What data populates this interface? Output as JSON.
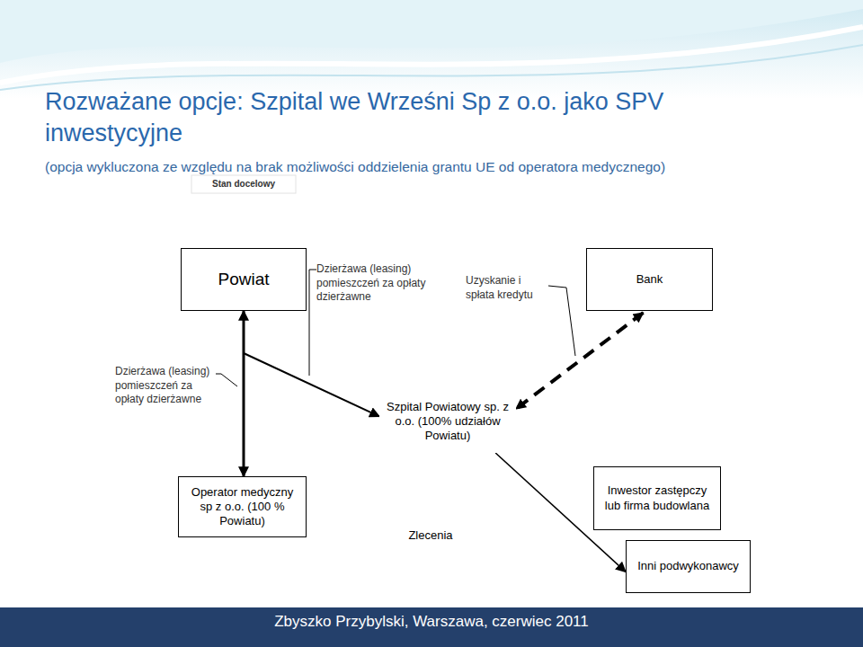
{
  "diagram": {
    "title": "Rozważane opcje: Szpital we Wrześni Sp z o.o. jako SPV inwestycyjne",
    "caption": "Zbyszko Przybylski, Warszawa, czerwiec 2011",
    "nodes": [
      {
        "text": [
          "Powiat"
        ]
      },
      {
        "text": [
          "Bank"
        ]
      },
      {
        "text": [
          "Szpital Powiatowy sp. z o.o. (100% udziałów Powiatu)"
        ]
      },
      {
        "text": [
          "Operator medyczny sp z o.o. (100 % Powiatu)"
        ]
      },
      {
        "text": [
          "Inwestor zastępczy lub firma budowlana"
        ]
      },
      {
        "text": [
          "Inni podwykonawcy"
        ]
      }
    ],
    "edges": [
      {
        "from": 0,
        "to": 2,
        "arrow": "to"
      },
      {
        "from": 0,
        "to": 3,
        "arrow": "both"
      },
      {
        "from": 1,
        "to": 2,
        "arrow": "both"
      },
      {
        "from": 2,
        "to": 5,
        "arrow": "to"
      }
    ],
    "labels": [
      "(opcja wykluczona ze względu na brak możliwości oddzielenia grantu UE od operatora medycznego)",
      "Stan docelowy",
      "Dzierżawa (leasing) pomieszczeń za opłaty dzierżawne",
      "Uzyskanie i spłata kredytu",
      "Dzierżawa (leasing) pomieszczeń za opłaty dzierżawne",
      "Zlecenia"
    ]
  }
}
